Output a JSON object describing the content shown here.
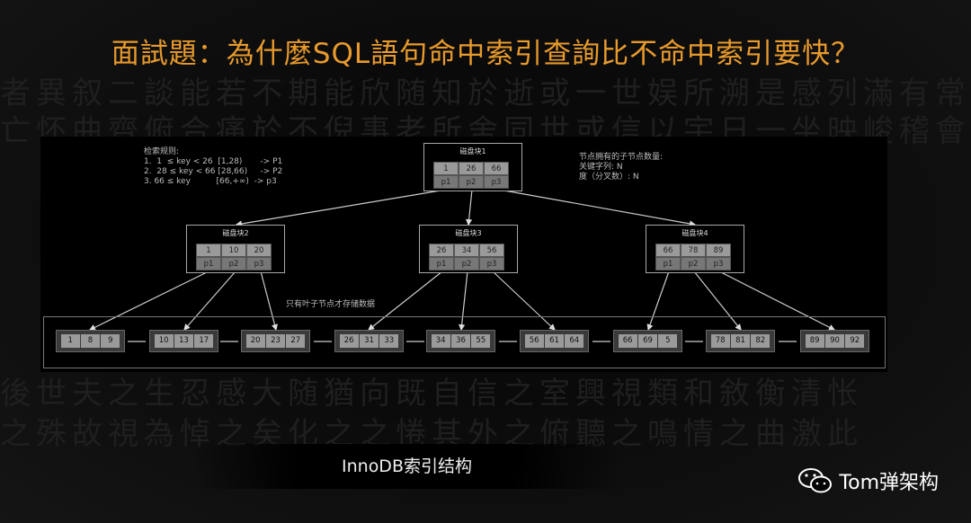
{
  "title": "面試題：為什麼SQL語句命中索引查詢比不命中索引要快？",
  "rules": {
    "heading": "检索规则:",
    "lines": [
      "1.  1  ≤ key < 26  [1,28)       -> P1",
      "2.  28 ≤ key < 66 [28,66)     -> P2",
      "3. 66 ≤ key          [66,+∞)  -> p3"
    ]
  },
  "degree_note": {
    "heading": "节点拥有的子节点数量:",
    "lines": [
      "关键字列: N",
      "度（分叉数）: N"
    ]
  },
  "leaf_note": "只有叶子节点才存储数据",
  "blocks": [
    {
      "title": "磁盘块1",
      "keys": [
        "1",
        "26",
        "66"
      ],
      "ptrs": [
        "p1",
        "p2",
        "p3"
      ]
    },
    {
      "title": "磁盘块2",
      "keys": [
        "1",
        "10",
        "20"
      ],
      "ptrs": [
        "p1",
        "p2",
        "p3"
      ]
    },
    {
      "title": "磁盘块3",
      "keys": [
        "26",
        "34",
        "56"
      ],
      "ptrs": [
        "p1",
        "p2",
        "p3"
      ]
    },
    {
      "title": "磁盘块4",
      "keys": [
        "66",
        "78",
        "89"
      ],
      "ptrs": [
        "p1",
        "p2",
        "p3"
      ]
    }
  ],
  "leaves": [
    [
      "1",
      "8",
      "9"
    ],
    [
      "10",
      "13",
      "17"
    ],
    [
      "20",
      "23",
      "27"
    ],
    [
      "26",
      "31",
      "33"
    ],
    [
      "34",
      "36",
      "55"
    ],
    [
      "56",
      "61",
      "64"
    ],
    [
      "66",
      "69",
      "5"
    ],
    [
      "78",
      "81",
      "82"
    ],
    [
      "89",
      "90",
      "92"
    ]
  ],
  "caption": "InnoDB索引结构",
  "watermark": "Tom弹架构",
  "colors": {
    "title": "#e89a2c"
  }
}
